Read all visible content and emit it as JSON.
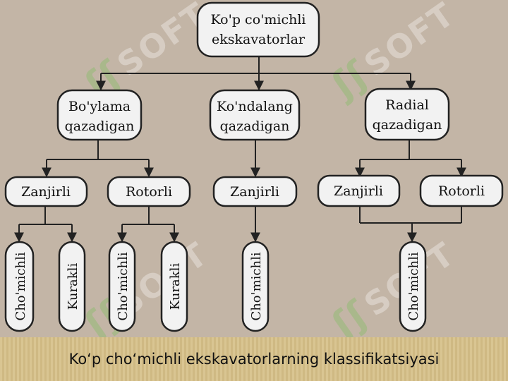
{
  "diagram": {
    "root": [
      "Ko'p co'michli",
      "ekskavatorlar"
    ],
    "level1": {
      "boylama": [
        "Bo'ylama",
        "qazadigan"
      ],
      "kondalang": [
        "Ko'ndalang",
        "qazadigan"
      ],
      "radial": [
        "Radial",
        "qazadigan"
      ]
    },
    "level2": {
      "zanjirli_1": "Zanjirli",
      "rotorli_1": "Rotorli",
      "zanjirli_2": "Zanjirli",
      "zanjirli_3": "Zanjirli",
      "rotorli_3": "Rotorli"
    },
    "level3": {
      "chomichli_1": "Cho'michli",
      "kurakli_1": "Kurakli",
      "chomichli_2": "Cho'michli",
      "kurakli_2": "Kurakli",
      "chomichli_3": "Cho'michli",
      "chomichli_4": "Cho'michli"
    }
  },
  "watermark_text": "SOFT",
  "caption": "Ko‘p cho‘michli ekskavatorlarning klassifikatsiyasi",
  "colors": {
    "background": "#c3b5a6",
    "node_fill": "#f2f2f2",
    "stroke": "#222222",
    "caption_band": "#d9c592"
  }
}
